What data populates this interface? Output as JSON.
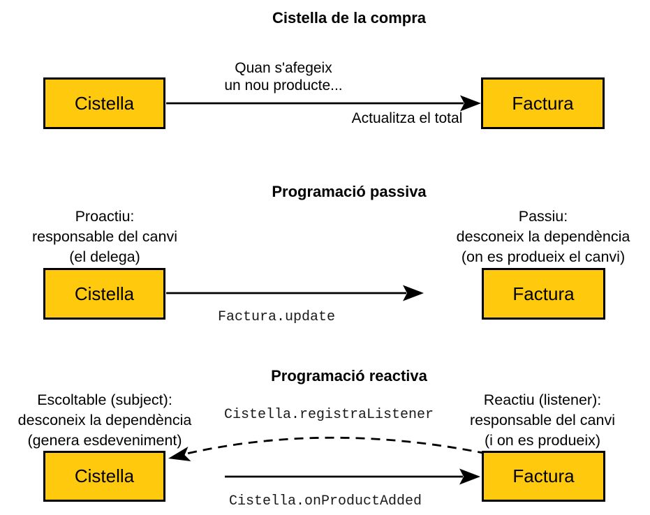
{
  "colors": {
    "box_fill": "#FFC90E",
    "box_border": "#000000",
    "arrow": "#000000",
    "text": "#000000",
    "background": "#FFFFFF"
  },
  "sections": [
    {
      "title": "Cistella de la compra",
      "left_box": "Cistella",
      "right_box": "Factura",
      "arrow_label_line1": "Quan s'afegeix",
      "arrow_label_line2": "un nou producte...",
      "arrow_label_bottom": "Actualitza el total"
    },
    {
      "title": "Programació passiva",
      "left_box": "Cistella",
      "right_box": "Factura",
      "left_note": [
        "Proactiu:",
        "responsable del canvi",
        "(el delega)"
      ],
      "right_note": [
        "Passiu:",
        "desconeix la dependència",
        "(on es produeix el canvi)"
      ],
      "arrow_code": "Factura.update"
    },
    {
      "title": "Programació reactiva",
      "left_box": "Cistella",
      "right_box": "Factura",
      "left_note": [
        "Escoltable (subject):",
        "desconeix la dependència",
        "(genera esdeveniment)"
      ],
      "right_note": [
        "Reactiu (listener):",
        "responsable del canvi",
        "(i on es produeix)"
      ],
      "dashed_arrow_code": "Cistella.registraListener",
      "solid_arrow_code": "Cistella.onProductAdded"
    }
  ]
}
